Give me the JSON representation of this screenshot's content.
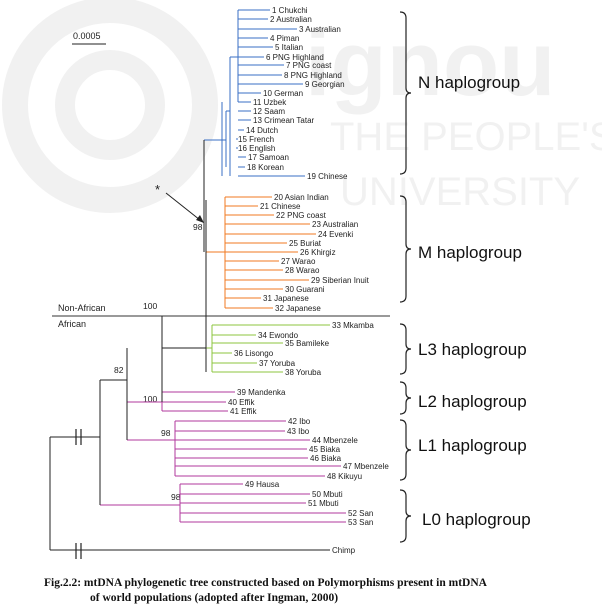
{
  "diagram": {
    "scale_bar_label": "0.0005",
    "region_labels": {
      "non_african": "Non-African",
      "african": "African"
    },
    "bootstrap": [
      "98",
      "100",
      "82",
      "100",
      "98",
      "98"
    ],
    "asterisk": "*",
    "groups": [
      {
        "key": "N",
        "label": "N haplogroup",
        "color": "#3a6fc4"
      },
      {
        "key": "M",
        "label": "M haplogroup",
        "color": "#f07a22"
      },
      {
        "key": "L3",
        "label": "L3 haplogroup",
        "color": "#8cc63f"
      },
      {
        "key": "L2",
        "label": "L2 haplogroup",
        "color": "#b23a9e"
      },
      {
        "key": "L1",
        "label": "L1 haplogroup",
        "color": "#b23a9e"
      },
      {
        "key": "L0",
        "label": "L0 haplogroup",
        "color": "#b23a9e"
      }
    ],
    "leaves": [
      {
        "label": "1 Chukchi",
        "group": "N"
      },
      {
        "label": "2 Australian",
        "group": "N"
      },
      {
        "label": "3 Australian",
        "group": "N"
      },
      {
        "label": "4 Piman",
        "group": "N"
      },
      {
        "label": "5 Italian",
        "group": "N"
      },
      {
        "label": "6 PNG Highland",
        "group": "N"
      },
      {
        "label": "7 PNG coast",
        "group": "N"
      },
      {
        "label": "8 PNG Highland",
        "group": "N"
      },
      {
        "label": "9 Georgian",
        "group": "N"
      },
      {
        "label": "10 German",
        "group": "N"
      },
      {
        "label": "11 Uzbek",
        "group": "N"
      },
      {
        "label": "12 Saam",
        "group": "N"
      },
      {
        "label": "13 Crimean Tatar",
        "group": "N"
      },
      {
        "label": "14 Dutch",
        "group": "N"
      },
      {
        "label": "15 French",
        "group": "N"
      },
      {
        "label": "16 English",
        "group": "N"
      },
      {
        "label": "17 Samoan",
        "group": "N"
      },
      {
        "label": "18 Korean",
        "group": "N"
      },
      {
        "label": "19 Chinese",
        "group": "N"
      },
      {
        "label": "20 Asian Indian",
        "group": "M"
      },
      {
        "label": "21 Chinese",
        "group": "M"
      },
      {
        "label": "22 PNG coast",
        "group": "M"
      },
      {
        "label": "23 Australian",
        "group": "M"
      },
      {
        "label": "24 Evenki",
        "group": "M"
      },
      {
        "label": "25 Buriat",
        "group": "M"
      },
      {
        "label": "26 Khirgiz",
        "group": "M"
      },
      {
        "label": "27 Warao",
        "group": "M"
      },
      {
        "label": "28 Warao",
        "group": "M"
      },
      {
        "label": "29 Siberian Inuit",
        "group": "M"
      },
      {
        "label": "30 Guarani",
        "group": "M"
      },
      {
        "label": "31 Japanese",
        "group": "M"
      },
      {
        "label": "32 Japanese",
        "group": "M"
      },
      {
        "label": "33 Mkamba",
        "group": "L3"
      },
      {
        "label": "34 Ewondo",
        "group": "L3"
      },
      {
        "label": "35 Bamileke",
        "group": "L3"
      },
      {
        "label": "36 Lisongo",
        "group": "L3"
      },
      {
        "label": "37 Yoruba",
        "group": "L3"
      },
      {
        "label": "38 Yoruba",
        "group": "L3"
      },
      {
        "label": "39 Mandenka",
        "group": "L2"
      },
      {
        "label": "40 Effik",
        "group": "L2"
      },
      {
        "label": "41 Effik",
        "group": "L2"
      },
      {
        "label": "42 Ibo",
        "group": "L1"
      },
      {
        "label": "43 Ibo",
        "group": "L1"
      },
      {
        "label": "44 Mbenzele",
        "group": "L1"
      },
      {
        "label": "45 Biaka",
        "group": "L1"
      },
      {
        "label": "46 Biaka",
        "group": "L1"
      },
      {
        "label": "47 Mbenzele",
        "group": "L1"
      },
      {
        "label": "48 Kikuyu",
        "group": "L1"
      },
      {
        "label": "49 Hausa",
        "group": "L0"
      },
      {
        "label": "50 Mbuti",
        "group": "L0"
      },
      {
        "label": "51 Mbuti",
        "group": "L0"
      },
      {
        "label": "52 San",
        "group": "L0"
      },
      {
        "label": "53 San",
        "group": "L0"
      },
      {
        "label": "Chimp",
        "group": "outgroup"
      }
    ]
  },
  "caption": {
    "line1": "Fig.2.2: mtDNA phylogenetic tree constructed based on Polymorphisms present in mtDNA",
    "line2": "of world populations (adopted after Ingman, 2000)"
  },
  "watermark": {
    "line1": "ignou",
    "line2": "THE PEOPLE'S",
    "line3": "UNIVERSITY"
  }
}
